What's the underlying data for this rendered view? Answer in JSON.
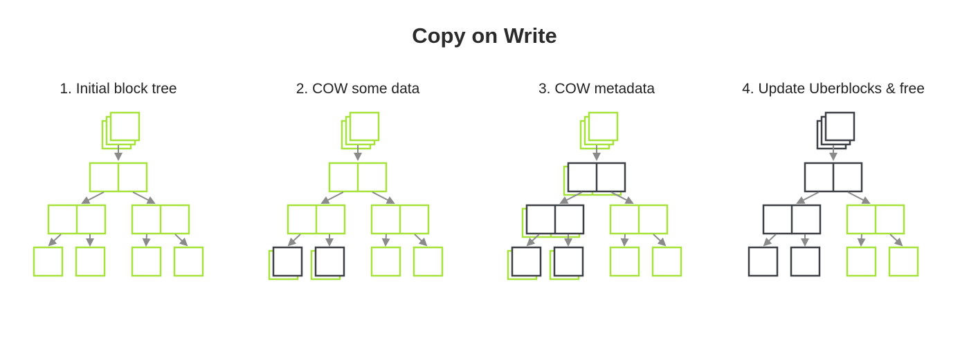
{
  "title": "Copy on Write",
  "colors": {
    "old_block": "#a6e23a",
    "new_block": "#3c3f44",
    "arrow": "#8a8a8a"
  },
  "panels": [
    {
      "title": "1. Initial block tree",
      "root": "old",
      "level1": "old",
      "level2": [
        "old",
        "old"
      ],
      "leaves": [
        "old",
        "old",
        "old",
        "old"
      ]
    },
    {
      "title": "2. COW some data",
      "root": "old",
      "level1": "old",
      "level2": [
        "old",
        "old"
      ],
      "leaves": [
        "new-over-old",
        "new-over-old",
        "old",
        "old"
      ]
    },
    {
      "title": "3. COW metadata",
      "root": "old",
      "level1": "new-over-old",
      "level2": [
        "new-over-old",
        "old"
      ],
      "leaves": [
        "new-over-old",
        "new-over-old",
        "old",
        "old"
      ]
    },
    {
      "title": "4. Update Uberblocks & free",
      "root": "new",
      "level1": "new",
      "level2": [
        "new",
        "old"
      ],
      "leaves": [
        "new",
        "new",
        "old",
        "old"
      ]
    }
  ]
}
